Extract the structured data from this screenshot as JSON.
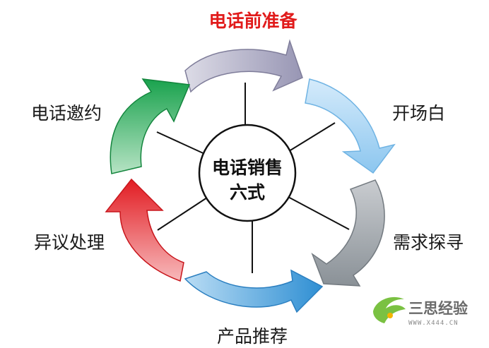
{
  "diagram": {
    "center": {
      "line1": "电话销售",
      "line2": "六式"
    },
    "stages": [
      {
        "label": "电话前准备",
        "highlight": true,
        "color": "#a8a6c1"
      },
      {
        "label": "开场白",
        "highlight": false,
        "color": "#a9d4f3"
      },
      {
        "label": "需求探寻",
        "highlight": false,
        "color": "#a3a9ae"
      },
      {
        "label": "产品推荐",
        "highlight": false,
        "color": "#4aa4dd"
      },
      {
        "label": "异议处理",
        "highlight": false,
        "color": "#e8262c"
      },
      {
        "label": "电话邀约",
        "highlight": false,
        "color": "#2fb05d"
      }
    ],
    "label_color_default": "#1a1a1a",
    "label_color_highlight": "#e11b1b"
  },
  "watermark": {
    "title": "三思经验",
    "url": "WWW.X444.CN"
  }
}
